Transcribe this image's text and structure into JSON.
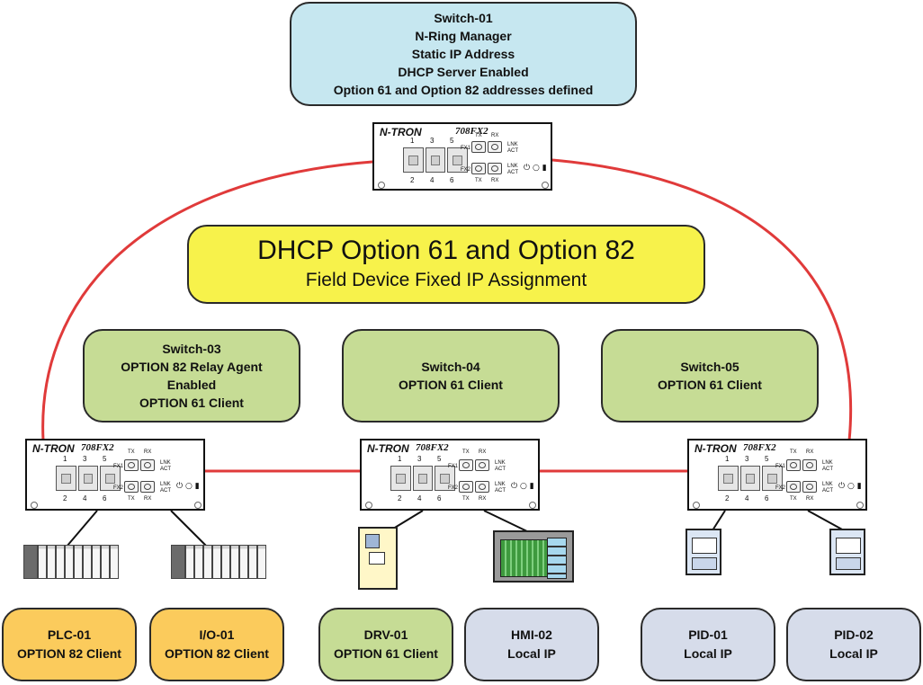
{
  "colors": {
    "ring": "#e03a3a",
    "link": "#111111",
    "manager": "#c6e7f0",
    "option_box": "#f7f24b",
    "switch_box": "#c6dc95",
    "option82_client": "#fbcb5c",
    "local_ip": "#d6dcea"
  },
  "manager_box": {
    "lines": [
      "Switch-01",
      "N-Ring Manager",
      "Static IP Address",
      "DHCP Server Enabled",
      "Option 61 and Option 82 addresses defined"
    ]
  },
  "title_box": {
    "title": "DHCP Option 61 and Option 82",
    "subtitle": "Field Device Fixed IP Assignment"
  },
  "switch_boxes": [
    {
      "lines": [
        "Switch-03",
        "OPTION 82 Relay Agent",
        "Enabled",
        "OPTION 61 Client"
      ]
    },
    {
      "lines": [
        "Switch-04",
        "OPTION 61 Client"
      ]
    },
    {
      "lines": [
        "Switch-05",
        "OPTION 61 Client"
      ]
    }
  ],
  "switch_device": {
    "brand": "N-TRON",
    "model": "708FX2",
    "port_top": [
      "1",
      "3",
      "5"
    ],
    "port_bottom": [
      "2",
      "4",
      "6"
    ],
    "fx1": "FX1",
    "fx2": "FX2",
    "tx": "TX",
    "rx": "RX",
    "lnk": "LNK",
    "act": "ACT",
    "power_icon": "power-icon"
  },
  "clients": [
    {
      "lines": [
        "PLC-01",
        "OPTION 82 Client"
      ],
      "kind": "option82"
    },
    {
      "lines": [
        "I/O-01",
        "OPTION 82 Client"
      ],
      "kind": "option82"
    },
    {
      "lines": [
        "DRV-01",
        "OPTION 61 Client"
      ],
      "kind": "option61"
    },
    {
      "lines": [
        "HMI-02",
        "Local IP"
      ],
      "kind": "local"
    },
    {
      "lines": [
        "PID-01",
        "Local IP"
      ],
      "kind": "local"
    },
    {
      "lines": [
        "PID-02",
        "Local IP"
      ],
      "kind": "local"
    }
  ]
}
